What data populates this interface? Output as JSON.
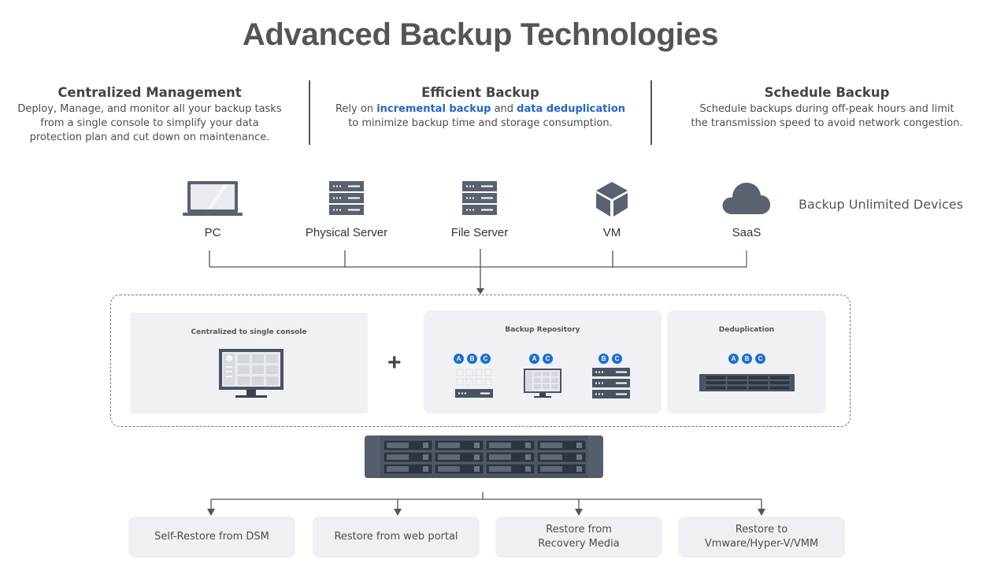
{
  "title": "Advanced Backup Technologies",
  "features": [
    {
      "heading": "Centralized Management",
      "lines": [
        "Deploy, Manage, and monitor all your backup tasks",
        "from a single console to simplify your data",
        "protection plan and cut down on maintenance."
      ]
    },
    {
      "heading": "Efficient Backup",
      "line1_prefix": "Rely on ",
      "line1_hl1": "incremental backup",
      "line1_mid": " and ",
      "line1_hl2": "data deduplication",
      "line2": "to minimize backup time and storage consumption."
    },
    {
      "heading": "Schedule Backup",
      "lines": [
        "Schedule backups during off-peak hours and limit",
        "the transmission speed to avoid network congestion."
      ]
    }
  ],
  "devices": [
    {
      "label": "PC",
      "icon": "laptop-icon"
    },
    {
      "label": "Physical Server",
      "icon": "server-icon"
    },
    {
      "label": "File Server",
      "icon": "server-icon"
    },
    {
      "label": "VM",
      "icon": "cube-icon"
    },
    {
      "label": "SaaS",
      "icon": "cloud-icon"
    }
  ],
  "devices_caption": "Backup Unlimited Devices",
  "panels": {
    "console": {
      "title": "Centralized to single console"
    },
    "plus": "+",
    "repository": {
      "title": "Backup Repository",
      "groups": [
        {
          "badges": [
            "A",
            "B",
            "C"
          ],
          "icon": "storage-grid-icon"
        },
        {
          "badges": [
            "A",
            "C"
          ],
          "icon": "monitor-icon"
        },
        {
          "badges": [
            "B",
            "C"
          ],
          "icon": "server-icon"
        }
      ]
    },
    "dedup": {
      "title": "Deduplication",
      "badges": [
        "A",
        "B",
        "C"
      ]
    }
  },
  "colors": {
    "accent": "#1a6fd6",
    "icon": "#5a6270",
    "panel": "#eff1f4"
  },
  "restore_options": [
    {
      "lines": [
        "Self-Restore from DSM"
      ]
    },
    {
      "lines": [
        "Restore from web portal"
      ]
    },
    {
      "lines": [
        "Restore from",
        "Recovery Media"
      ]
    },
    {
      "lines": [
        "Restore to",
        "Vmware/Hyper-V/VMM"
      ]
    }
  ]
}
